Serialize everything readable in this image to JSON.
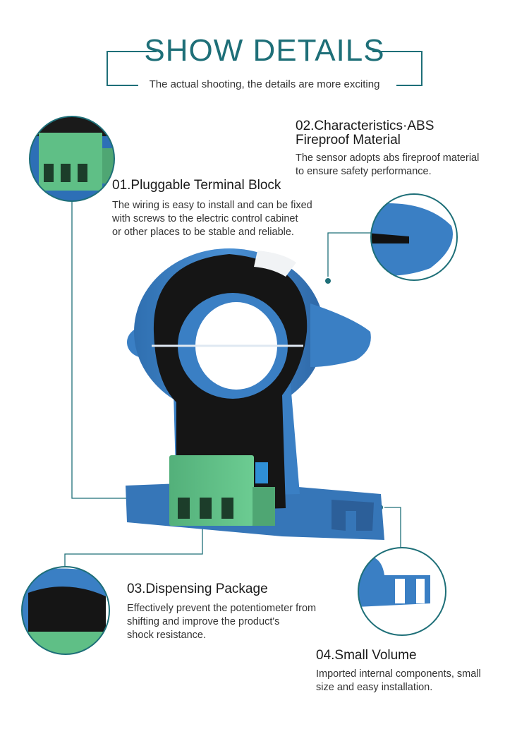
{
  "header": {
    "title": "SHOW DETAILS",
    "subtitle": "The actual shooting, the details are more exciting"
  },
  "features": [
    {
      "title": "01.Pluggable Terminal Block",
      "description_lines": [
        "The wiring is easy to install and can be fixed",
        "with screws to the electric control cabinet",
        "or other places to be stable and reliable."
      ]
    },
    {
      "title_lines": [
        "02.Characteristics·ABS",
        "Fireproof Material"
      ],
      "description_lines": [
        "The sensor adopts abs fireproof material",
        "to ensure safety performance."
      ]
    },
    {
      "title": "03.Dispensing Package",
      "description_lines": [
        "Effectively prevent the potentiometer from",
        "shifting and improve the product's",
        "shock resistance."
      ]
    },
    {
      "title": "04.Small Volume",
      "description_lines": [
        "Imported internal components, small",
        "size and easy installation."
      ]
    }
  ],
  "colors": {
    "accent": "#1e6f78",
    "sensor_blue": "#3a7fc4",
    "terminal_green": "#5fbf86",
    "potting_black": "#151515"
  }
}
